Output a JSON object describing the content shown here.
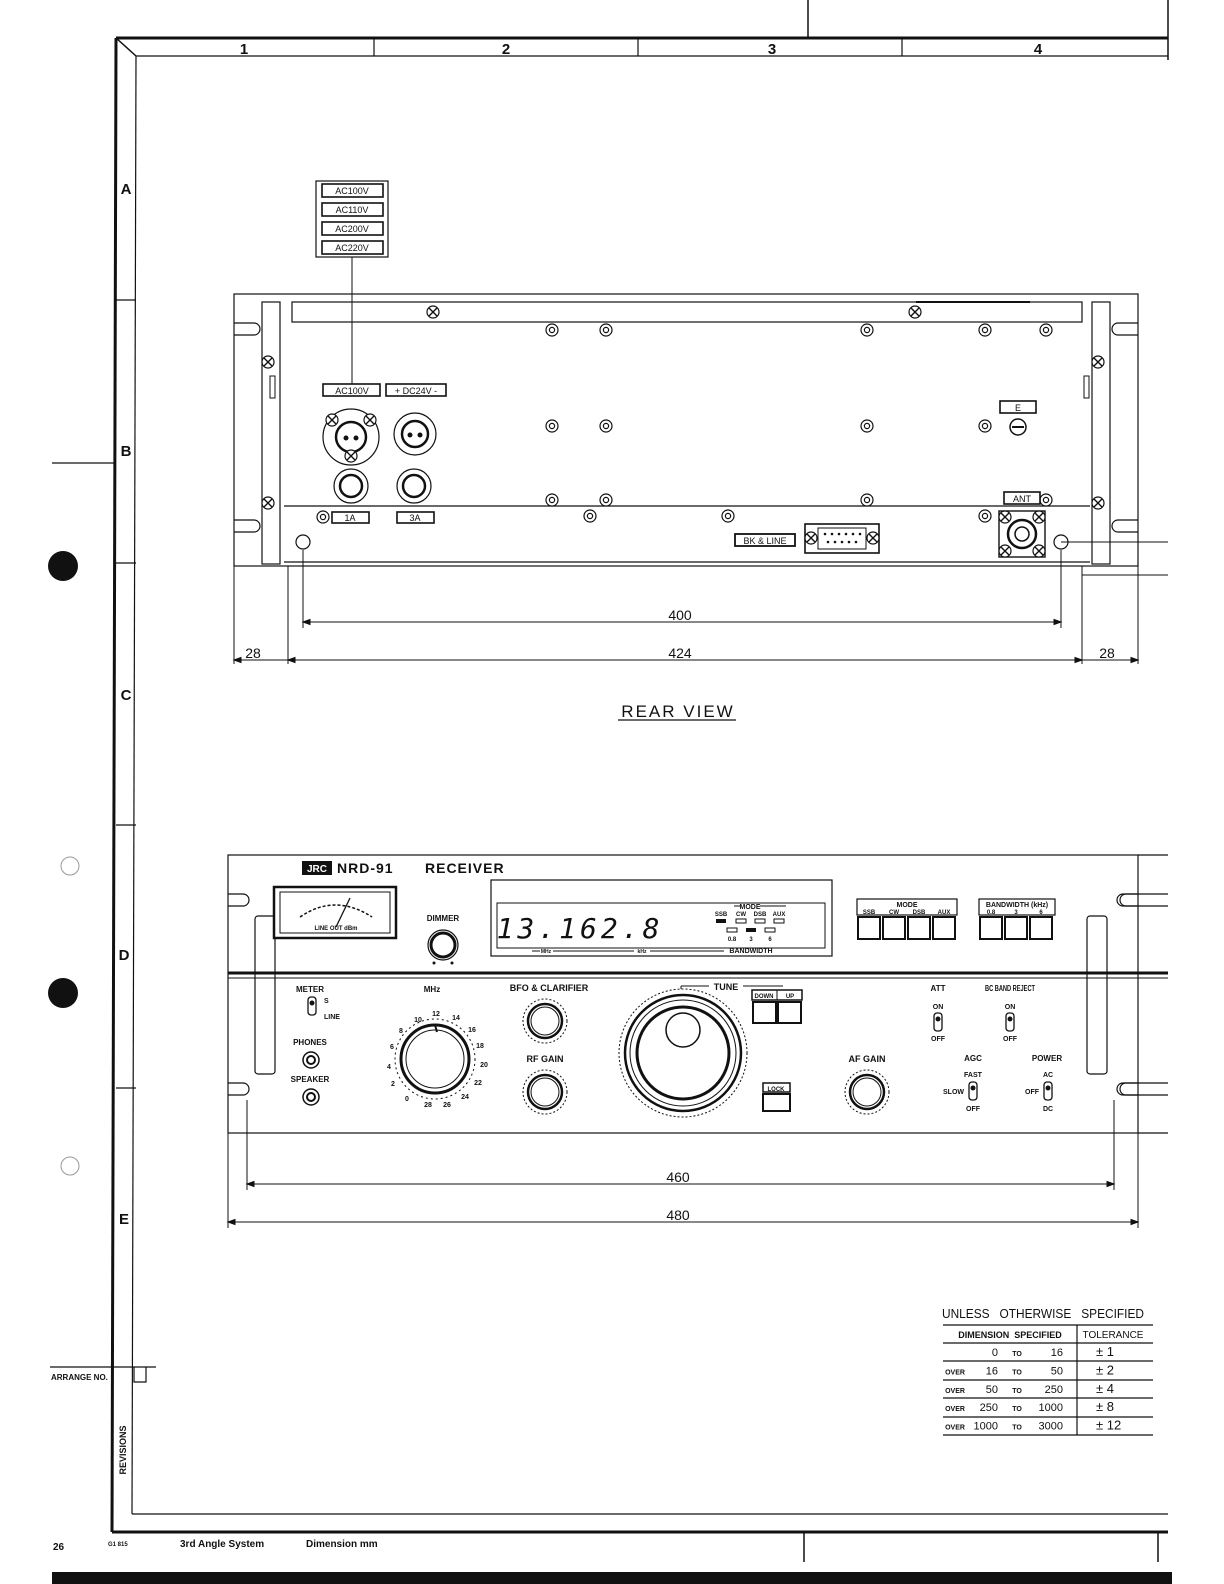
{
  "grid": {
    "columns": [
      "1",
      "2",
      "3",
      "4"
    ],
    "rows": [
      "A",
      "B",
      "C",
      "D",
      "E"
    ]
  },
  "rear_view": {
    "title": "REAR VIEW",
    "voltage_labels": [
      "AC100V",
      "AC110V",
      "AC200V",
      "AC220V"
    ],
    "ac_socket_label": "AC100V",
    "dc_socket_label": "+ DC24V -",
    "fuse_labels": [
      "1A",
      "3A"
    ],
    "earth_label": "E",
    "antenna_label": "ANT",
    "bk_line_label": "BK & LINE",
    "dimensions": {
      "inner": "400",
      "overall": "424",
      "left_margin": "28",
      "right_margin": "28"
    }
  },
  "front_view": {
    "brand": "JRC",
    "model": "NRD-91",
    "device": "RECEIVER",
    "meter_scale_label": "LINE OUT dBm",
    "dimmer_label": "DIMMER",
    "frequency_display": "13.162.8",
    "display_mode_label": "MODE",
    "display_mode_items": [
      "SSB",
      "CW",
      "DSB",
      "AUX"
    ],
    "display_bandwidth_label": "BANDWIDTH",
    "display_bandwidth_items": [
      "0.8",
      "3",
      "6"
    ],
    "display_unit_labels": [
      "MHz",
      "kHz"
    ],
    "mode_panel_label": "MODE",
    "mode_buttons": [
      "SSB",
      "CW",
      "DSB",
      "AUX"
    ],
    "bandwidth_panel_label": "BANDWIDTH (kHz)",
    "bandwidth_buttons": [
      "0.8",
      "3",
      "6"
    ],
    "meter_switch": {
      "label": "METER",
      "positions": [
        "S",
        "LINE"
      ]
    },
    "phones_label": "PHONES",
    "speaker_label": "SPEAKER",
    "mhz_label": "MHz",
    "mhz_dial_numbers": [
      "0",
      "2",
      "4",
      "6",
      "8",
      "10",
      "12",
      "14",
      "16",
      "18",
      "20",
      "22",
      "24",
      "26",
      "28"
    ],
    "bfo_label": "BFO & CLARIFIER",
    "rf_gain_label": "RF GAIN",
    "tune_label": "TUNE",
    "tune_buttons": [
      "DOWN",
      "UP"
    ],
    "lock_label": "LOCK",
    "af_gain_label": "AF GAIN",
    "att_switch": {
      "label": "ATT",
      "positions": [
        "ON",
        "OFF"
      ]
    },
    "bc_reject_switch": {
      "label": "BC BAND REJECT",
      "positions": [
        "ON",
        "OFF"
      ]
    },
    "agc_switch": {
      "label": "AGC",
      "positions": [
        "FAST",
        "SLOW",
        "OFF"
      ]
    },
    "power_switch": {
      "label": "POWER",
      "positions": [
        "AC",
        "OFF",
        "DC"
      ]
    },
    "dimensions": {
      "inner": "460",
      "overall": "480"
    }
  },
  "tolerance_table": {
    "title": "UNLESS   OTHERWISE   SPECIFIED",
    "headers": [
      "DIMENSION  SPECIFIED",
      "TOLERANCE"
    ],
    "rows": [
      {
        "prefix": "",
        "from": "0",
        "to_word": "TO",
        "to": "16",
        "tol": "± 1"
      },
      {
        "prefix": "OVER",
        "from": "16",
        "to_word": "TO",
        "to": "50",
        "tol": "± 2"
      },
      {
        "prefix": "OVER",
        "from": "50",
        "to_word": "TO",
        "to": "250",
        "tol": "± 4"
      },
      {
        "prefix": "OVER",
        "from": "250",
        "to_word": "TO",
        "to": "1000",
        "tol": "± 8"
      },
      {
        "prefix": "OVER",
        "from": "1000",
        "to_word": "TO",
        "to": "3000",
        "tol": "± 12"
      }
    ]
  },
  "footer": {
    "page_number": "26",
    "form_code": "G1 815",
    "projection": "3rd Angle System",
    "units": "Dimension mm",
    "arrange_label": "ARRANGE NO.",
    "revisions_label": "REVISIONS"
  }
}
